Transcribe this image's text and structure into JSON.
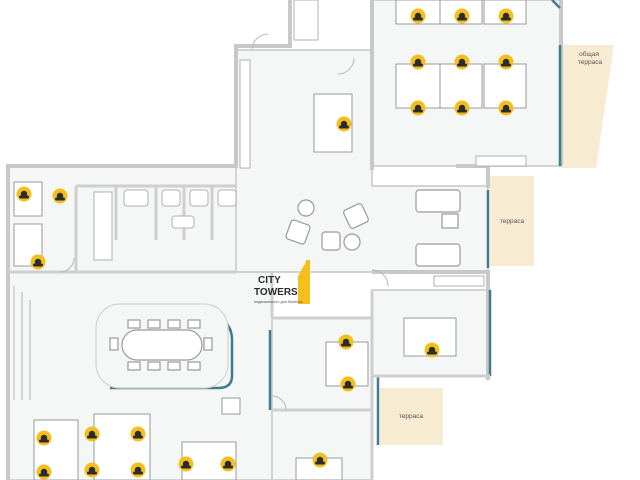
{
  "logo": {
    "line1": "CITY",
    "line2": "TOWERS",
    "tagline": "недвижимость для бизнеса"
  },
  "labels": {
    "terrace_shared": "общая\nтерраса",
    "terrace_right": "терраса",
    "terrace_bottom": "терраса"
  },
  "colors": {
    "wall": "#d3d3d3",
    "floor": "#f5f6f6",
    "accent_wall": "#3d7d8c",
    "terrace": "#f7ecd2",
    "chair": "#f3bf1c",
    "person": "#2b2b2b",
    "furniture_line": "#9a9a9a",
    "logo_yellow": "#f3bf1c"
  }
}
